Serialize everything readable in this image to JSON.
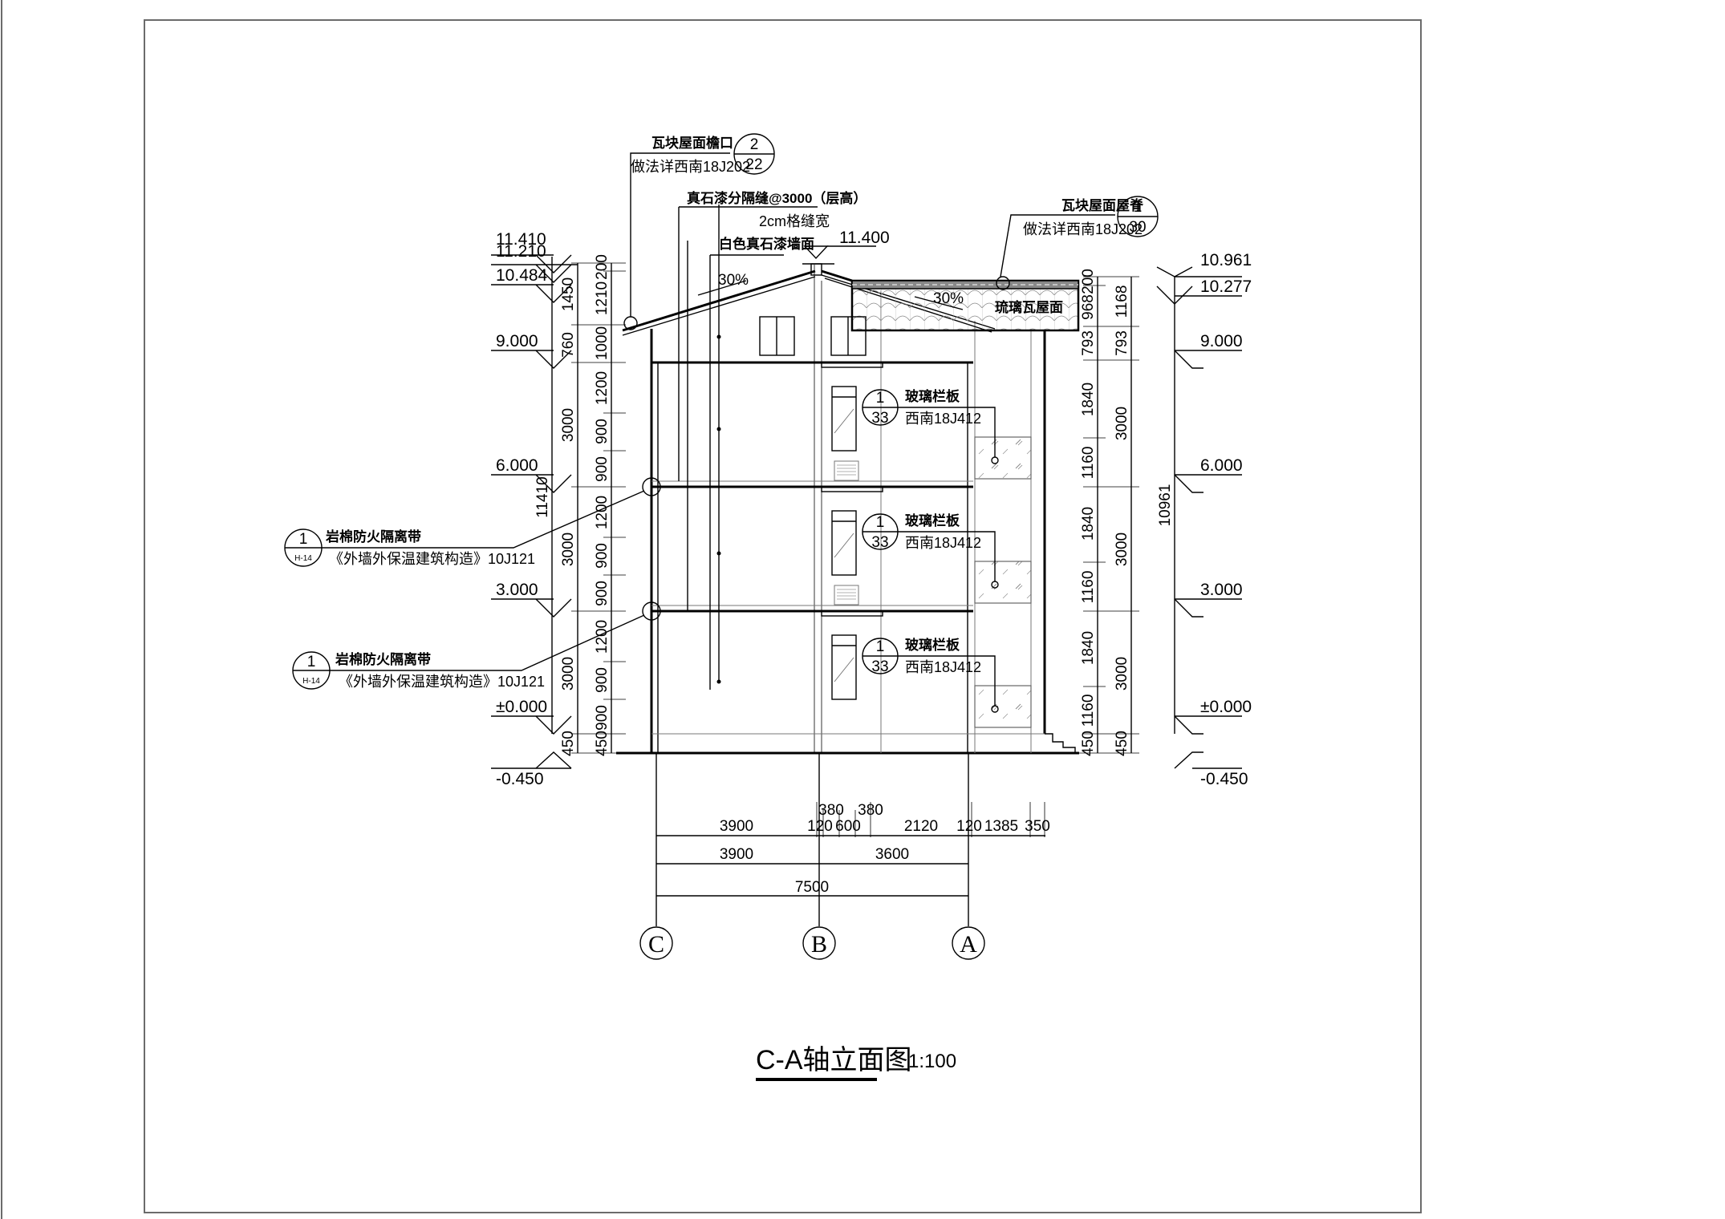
{
  "drawing": {
    "title": "C-A轴立面图",
    "scale": "1:100"
  },
  "levels_left": {
    "l1": "11.410",
    "l2": "11.210",
    "l3": "10.484",
    "l4": "9.000",
    "l5": "6.000",
    "l6": "3.000",
    "l7": "±0.000",
    "l8": "-0.450"
  },
  "levels_right": {
    "r1": "10.961",
    "r2": "10.277",
    "r3": "9.000",
    "r4": "6.000",
    "r5": "3.000",
    "r6": "±0.000",
    "r7": "-0.450"
  },
  "ridge_level": "11.400",
  "dims_left_outer": {
    "d1": "1450",
    "d2": "760",
    "d3": "3000",
    "d4": "3000",
    "d5": "3000",
    "d6": "450",
    "total": "11410"
  },
  "dims_left_inner": {
    "a": "200",
    "b": "1210",
    "c": "1000",
    "d": "1200",
    "e": "900",
    "f": "900",
    "g": "1200",
    "h": "900",
    "i": "900",
    "j": "1200",
    "k": "900",
    "l": "900",
    "m": "450"
  },
  "dims_right_inner": {
    "a": "200",
    "b": "968",
    "c": "793",
    "d": "1840",
    "e": "1160",
    "f": "1840",
    "g": "1160",
    "h": "1840",
    "i": "1160",
    "j": "450"
  },
  "dims_right_outer": {
    "a": "1168",
    "b": "793",
    "c": "3000",
    "d": "3000",
    "e": "3000",
    "f": "450",
    "total": "10961"
  },
  "dims_bottom": {
    "row1": [
      "3900",
      "120",
      "380",
      "600",
      "380",
      "2120",
      "120",
      "1385",
      "350"
    ],
    "row2": [
      "3900",
      "3600"
    ],
    "row3": "7500"
  },
  "axes": [
    "C",
    "B",
    "A"
  ],
  "annotations": {
    "eave": {
      "title": "瓦块屋面檐口",
      "ref": "做法详西南18J202",
      "num": "2",
      "sheet": "22"
    },
    "joint": {
      "title": "真石漆分隔缝@3000（层高）",
      "sub": "2cm格缝宽"
    },
    "wall": {
      "title": "白色真石漆墙面"
    },
    "ridge": {
      "title": "瓦块屋面屋脊",
      "ref": "做法详西南18J202",
      "num": "1",
      "sheet": "30"
    },
    "glazed_roof": "琉璃瓦屋面",
    "slope_left": "30%",
    "slope_right": "30%",
    "railing": [
      {
        "title": "玻璃栏板",
        "ref": "西南18J412",
        "num": "1",
        "sheet": "33"
      },
      {
        "title": "玻璃栏板",
        "ref": "西南18J412",
        "num": "1",
        "sheet": "33"
      },
      {
        "title": "玻璃栏板",
        "ref": "西南18J412",
        "num": "1",
        "sheet": "33"
      }
    ],
    "firebreak": [
      {
        "title": "岩棉防火隔离带",
        "ref": "《外墙外保温建筑构造》10J121",
        "num": "1",
        "sheet": "H-14"
      },
      {
        "title": "岩棉防火隔离带",
        "ref": "《外墙外保温建筑构造》10J121",
        "num": "1",
        "sheet": "H-14"
      }
    ]
  }
}
